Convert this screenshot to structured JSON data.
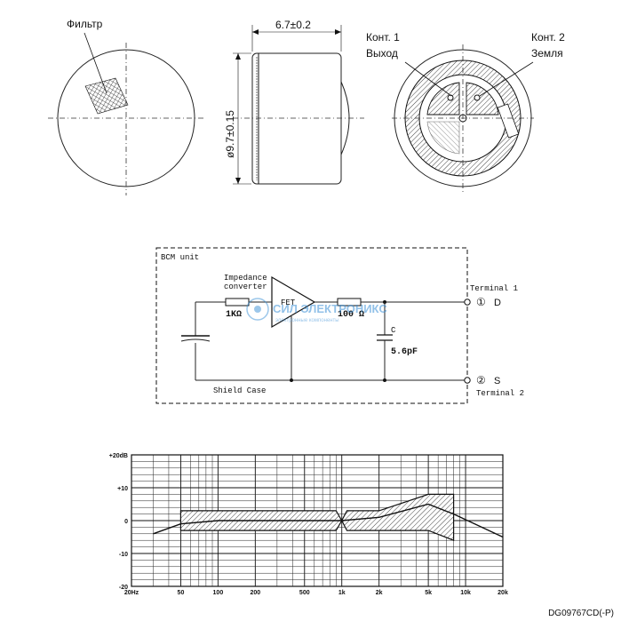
{
  "mechanical": {
    "filter_label": "Фильтр",
    "width_dim": "6.7±0.2",
    "diameter_dim": "ø9.7±0.15",
    "contact1_line1": "Конт. 1",
    "contact1_line2": "Выход",
    "contact2_line1": "Конт. 2",
    "contact2_line2": "Земля"
  },
  "schematic": {
    "unit_label": "BCM unit",
    "converter_line1": "Impedance",
    "converter_line2": "converter",
    "r1_value": "1KΩ",
    "fet_label": "FET",
    "r2_value": "100 Ω",
    "cap_label": "C",
    "cap_value": "5.6pF",
    "terminal1_label": "Terminal 1",
    "terminal1_num": "①",
    "terminal1_pin": "D",
    "terminal2_num": "②",
    "terminal2_pin": "S",
    "terminal2_label": "Terminal 2",
    "shield_label": "Shield Case"
  },
  "watermark": {
    "name": "СИЛ ЭЛЕКТРОНИКС",
    "tagline": "электронные компоненты"
  },
  "chart_data": {
    "type": "area",
    "x_scale": "log",
    "xlim": [
      20,
      20000
    ],
    "ylim": [
      -20,
      20
    ],
    "x_ticks": [
      20,
      50,
      100,
      200,
      500,
      1000,
      2000,
      5000,
      10000,
      20000
    ],
    "x_tick_labels": [
      "20Hz",
      "50",
      "100",
      "200",
      "500",
      "1k",
      "2k",
      "5k",
      "10k",
      "20k"
    ],
    "y_ticks": [
      20,
      10,
      0,
      -10,
      -20
    ],
    "y_tick_labels": [
      "+20dB",
      "+10",
      "0",
      "-10",
      "-20"
    ],
    "tolerance_band": {
      "upper": [
        [
          50,
          3
        ],
        [
          900,
          3
        ],
        [
          1000,
          0
        ],
        [
          1100,
          3
        ],
        [
          2000,
          3
        ],
        [
          5000,
          8
        ],
        [
          8000,
          8
        ]
      ],
      "lower": [
        [
          50,
          -3
        ],
        [
          900,
          -3
        ],
        [
          1000,
          0
        ],
        [
          1100,
          -3
        ],
        [
          2000,
          -3
        ],
        [
          5000,
          -3
        ],
        [
          8000,
          -6
        ]
      ]
    },
    "typical_curve": [
      [
        30,
        -4
      ],
      [
        50,
        -1
      ],
      [
        100,
        0
      ],
      [
        500,
        0
      ],
      [
        1000,
        0
      ],
      [
        2000,
        1
      ],
      [
        5000,
        5
      ],
      [
        8000,
        2
      ],
      [
        20000,
        -5
      ]
    ]
  },
  "doc_code": "DG09767CD(-P)"
}
